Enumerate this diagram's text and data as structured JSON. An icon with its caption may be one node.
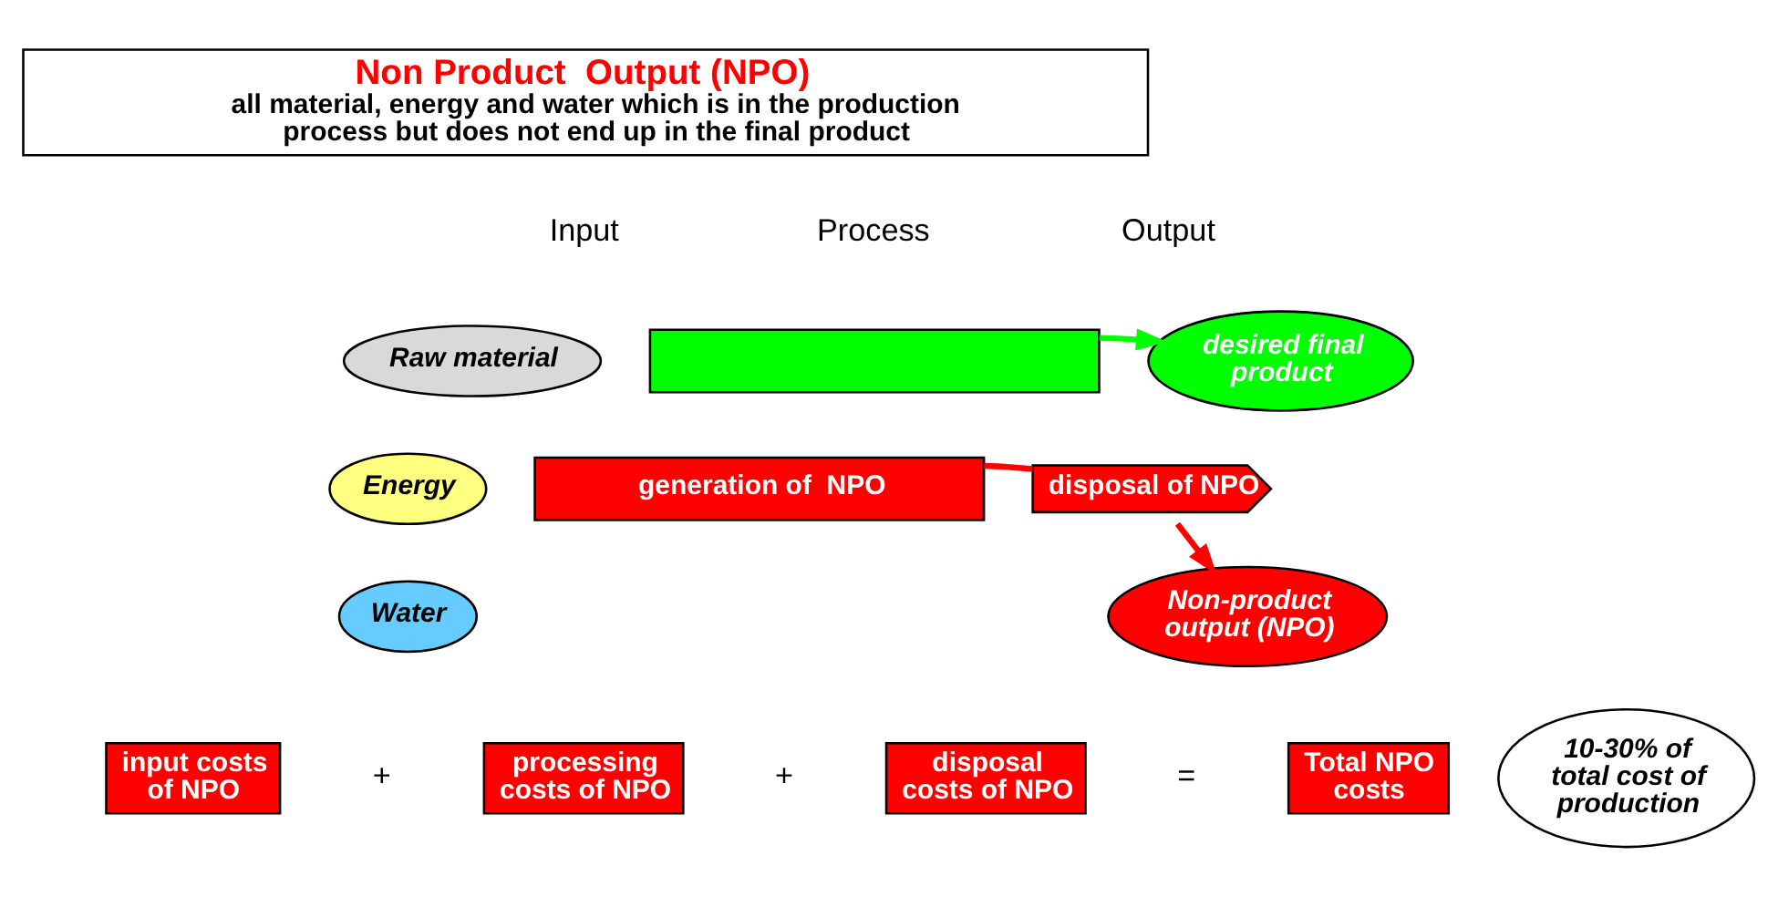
{
  "diagram": {
    "nodes": [
      {
        "text": [
          "Non Product  Output (NPO)",
          "all material, energy and water which is in the production process but does not end up in the final product"
        ]
      },
      {
        "text": [
          "Raw material"
        ]
      },
      {
        "text": [
          "Energy"
        ]
      },
      {
        "text": [
          "Water"
        ]
      },
      {
        "text": [],
        "shape": "bar"
      },
      {
        "text": [
          "generation of  NPO"
        ]
      },
      {
        "text": [
          "disposal of NPO"
        ]
      },
      {
        "text": [
          "desired final product"
        ]
      },
      {
        "text": [
          "Non-product output (NPO)"
        ]
      },
      {
        "text": [
          "input costs of NPO"
        ]
      },
      {
        "text": [
          "processing costs of NPO"
        ]
      },
      {
        "text": [
          "disposal costs of NPO"
        ]
      },
      {
        "text": [
          "Total NPO costs"
        ]
      },
      {
        "text": [
          "10-30% of total cost of production"
        ]
      }
    ],
    "edges": [
      {
        "from": 4,
        "to": 7,
        "arrow": "to",
        "color": "#00ff00"
      },
      {
        "from": 5,
        "to": 6,
        "arrow": "none",
        "color": "#ff0000"
      },
      {
        "from": 6,
        "to": 8,
        "arrow": "to",
        "color": "#ff0000"
      }
    ],
    "labels": [
      "Input",
      "Process",
      "Output",
      "+",
      "+",
      "="
    ]
  }
}
